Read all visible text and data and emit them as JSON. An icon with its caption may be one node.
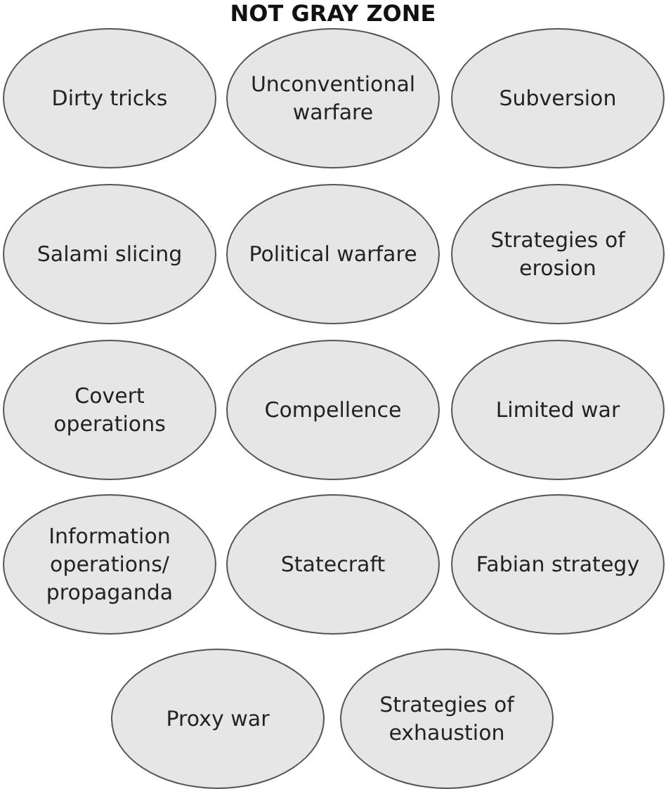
{
  "diagram": {
    "title": "NOT GRAY ZONE",
    "nodes": [
      {
        "text": [
          "Dirty tricks"
        ]
      },
      {
        "text": [
          "Unconventional warfare"
        ]
      },
      {
        "text": [
          "Subversion"
        ]
      },
      {
        "text": [
          "Salami slicing"
        ]
      },
      {
        "text": [
          "Political warfare"
        ]
      },
      {
        "text": [
          "Strategies of erosion"
        ]
      },
      {
        "text": [
          "Covert operations"
        ]
      },
      {
        "text": [
          "Compellence"
        ]
      },
      {
        "text": [
          "Limited war"
        ]
      },
      {
        "text": [
          "Information operations/ propaganda"
        ]
      },
      {
        "text": [
          "Statecraft"
        ]
      },
      {
        "text": [
          "Fabian strategy"
        ]
      },
      {
        "text": [
          "Proxy war"
        ]
      },
      {
        "text": [
          "Strategies of exhaustion"
        ]
      }
    ]
  }
}
